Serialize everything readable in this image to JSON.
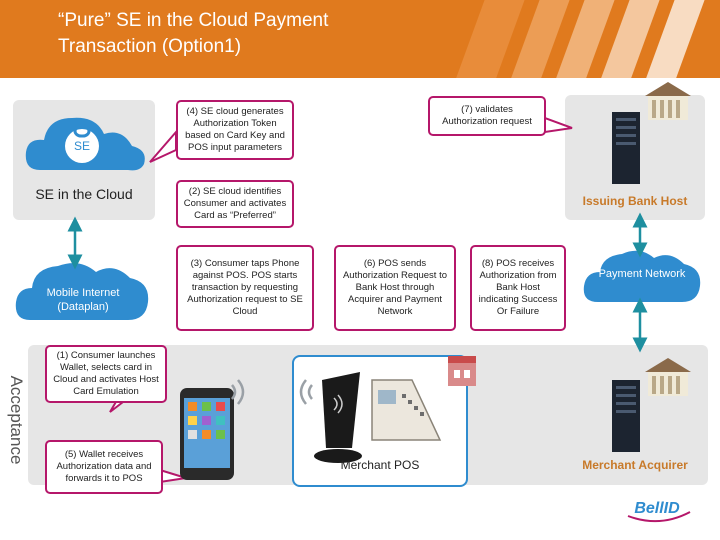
{
  "title_line1": "“Pure” SE in the Cloud Payment",
  "title_line2": "Transaction (Option1)",
  "se_badge": "SE",
  "se_cloud_label": "SE in the Cloud",
  "mobile_internet_label": "Mobile Internet (Dataplan)",
  "acceptance_label": "Acceptance",
  "issuing_bank_label": "Issuing Bank Host",
  "payment_network_label": "Payment Network",
  "merchant_pos_label": "Merchant POS",
  "merchant_acquirer_label": "Merchant Acquirer",
  "logo_text": "BellID",
  "steps": {
    "s1": "(1) Consumer launches Wallet, selects card in Cloud and activates Host Card Emulation",
    "s2": "(2) SE cloud identifies Consumer and activates Card as “Preferred”",
    "s3": "(3) Consumer taps Phone against POS. POS starts transaction by requesting Authorization request to SE Cloud",
    "s4": "(4) SE cloud generates Authorization Token based on Card Key and POS input parameters",
    "s5": "(5) Wallet receives Authorization data and forwards it to POS",
    "s6": "(6) POS sends Authorization Request to Bank Host through Acquirer and Payment Network",
    "s7": "(7) validates Authorization request",
    "s8": "(8) POS receives Authorization from Bank Host indicating Success Or Failure"
  },
  "colors": {
    "orange": "#e07a1e",
    "magenta": "#b5176a",
    "blue": "#2f8ccf",
    "teal": "#1e8fa0",
    "bank_label": "#c87a2a",
    "panel": "#e6e6e6"
  }
}
